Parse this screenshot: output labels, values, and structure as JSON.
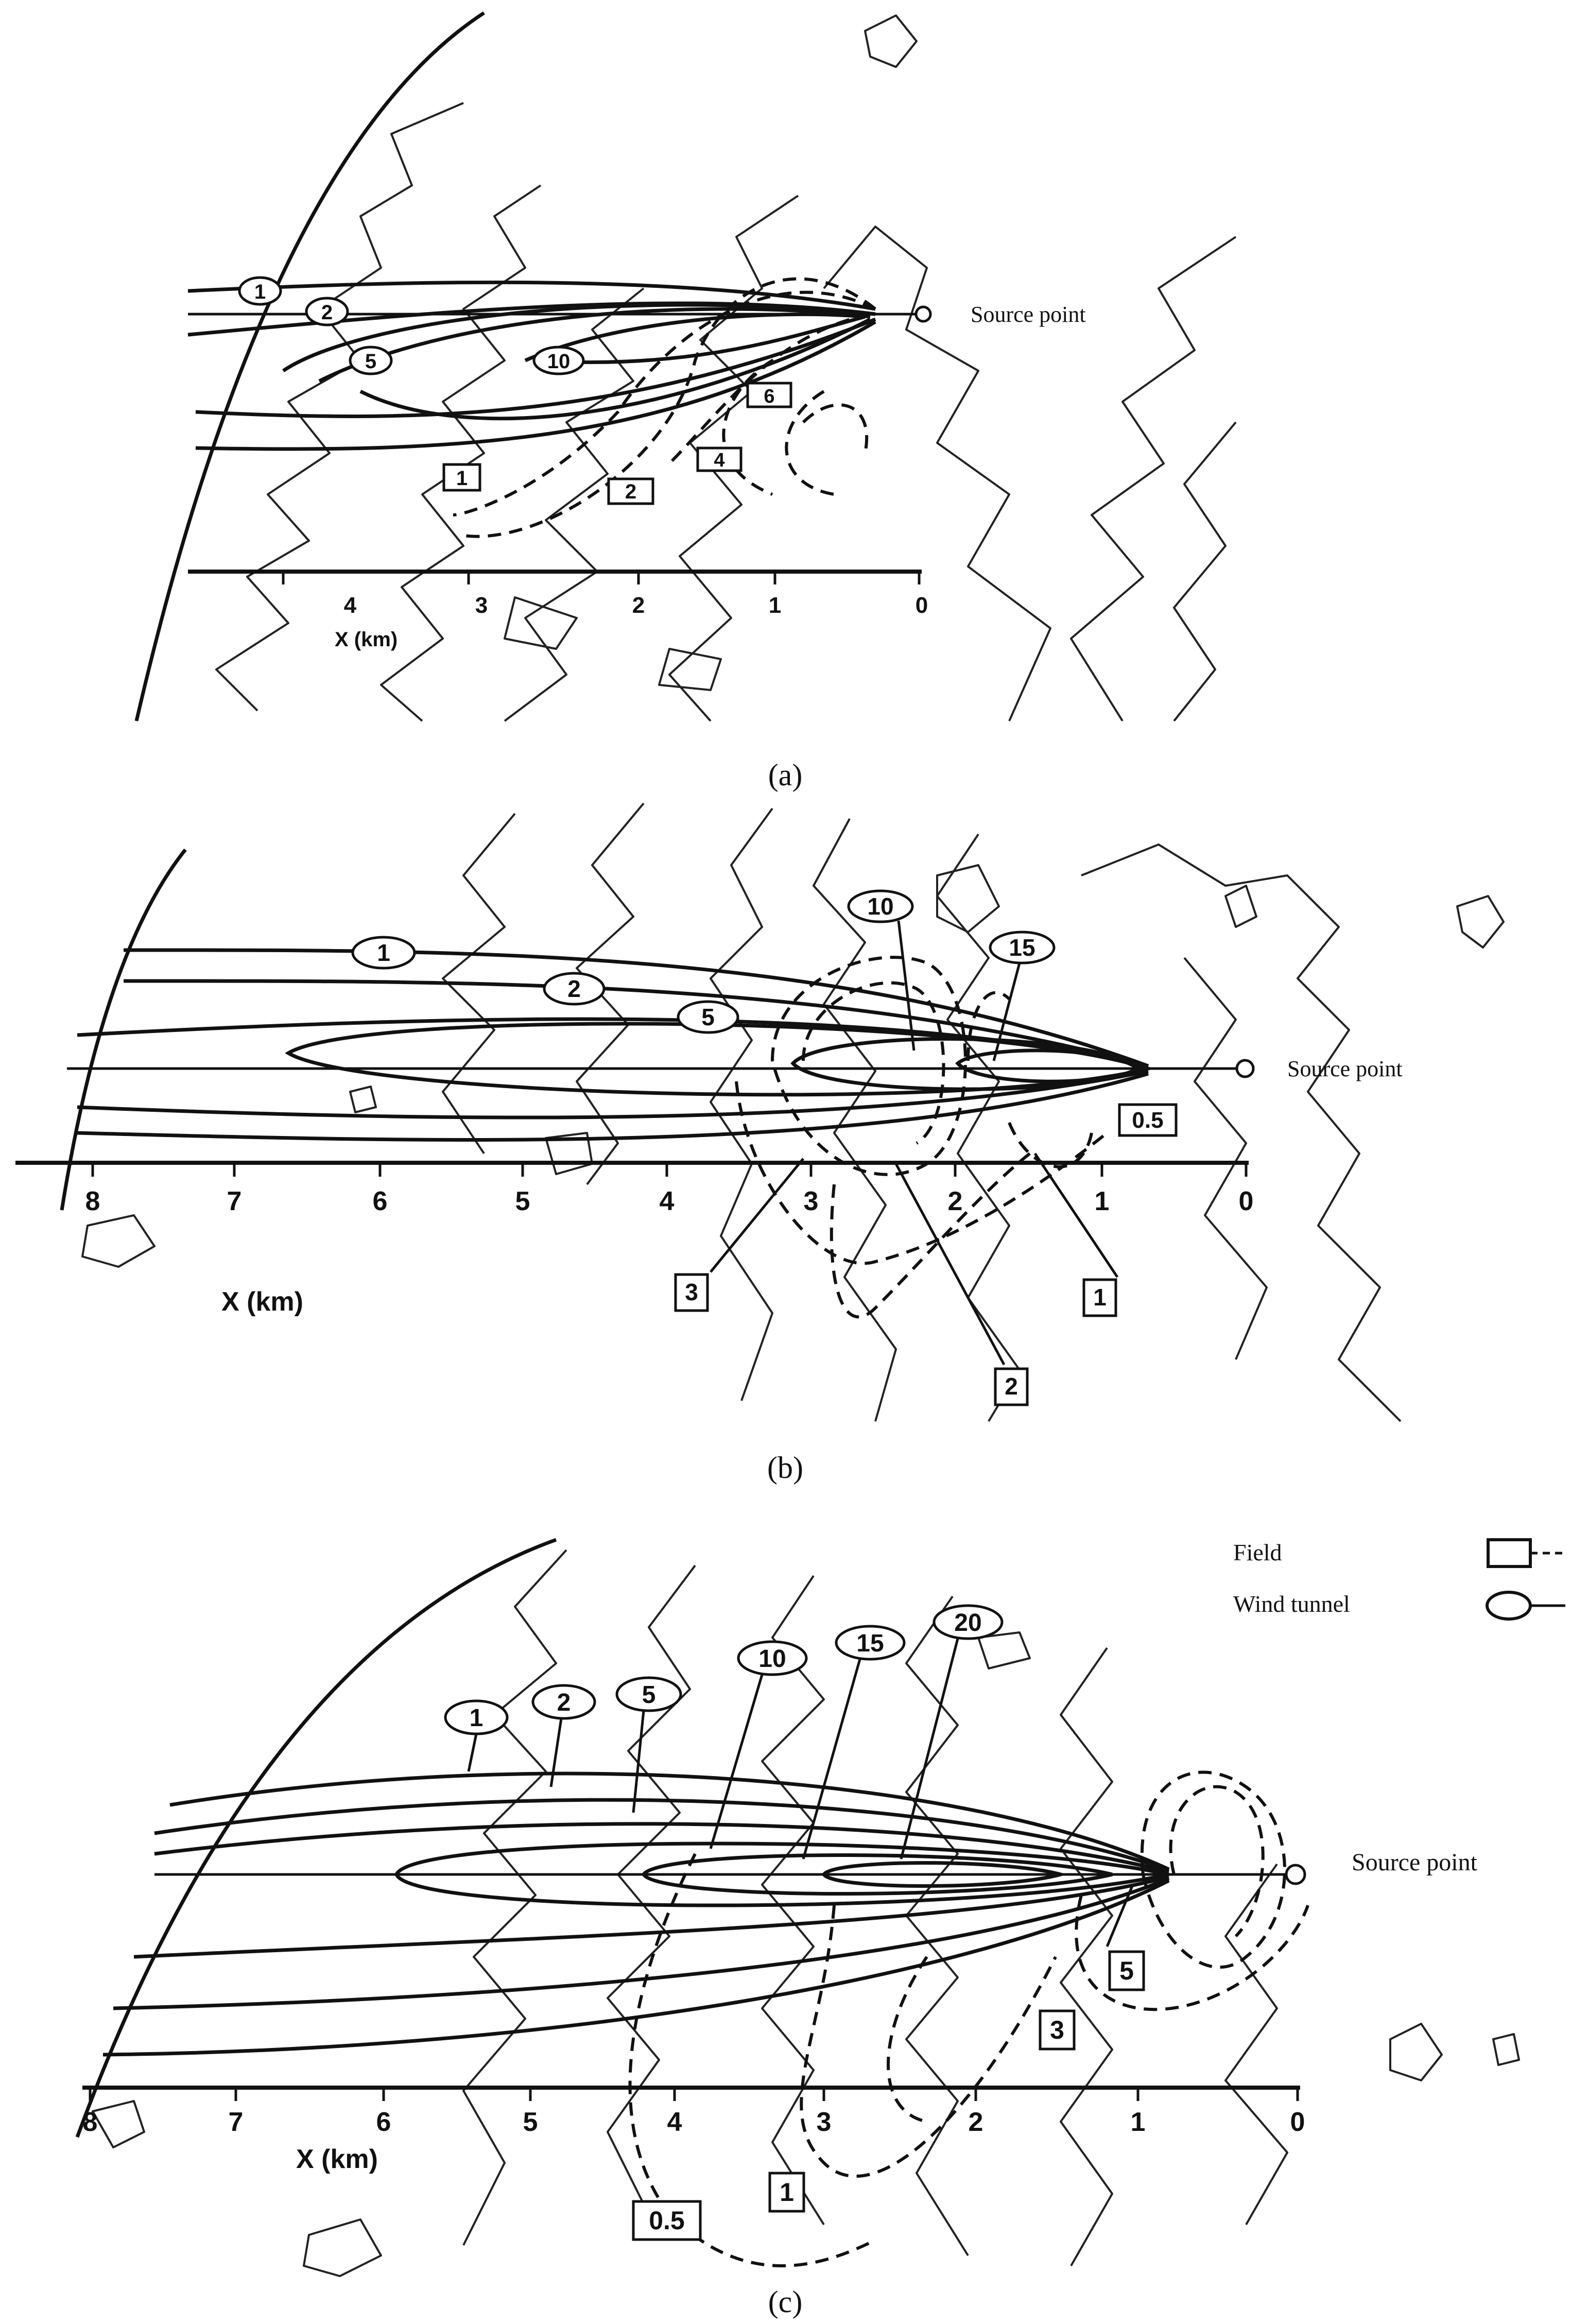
{
  "panels": [
    {
      "caption": "(a)",
      "axis_label": "X (km)",
      "source_label": "Source point",
      "ticks": [
        "4",
        "3",
        "2",
        "1",
        "0"
      ],
      "wind_tunnel_labels": [
        "1",
        "2",
        "5",
        "10"
      ],
      "field_labels": [
        "1",
        "2",
        "4",
        "6"
      ]
    },
    {
      "caption": "(b)",
      "axis_label": "X (km)",
      "source_label": "Source point",
      "ticks": [
        "8",
        "7",
        "6",
        "5",
        "4",
        "3",
        "2",
        "1",
        "0"
      ],
      "wind_tunnel_labels": [
        "1",
        "2",
        "5",
        "10",
        "15"
      ],
      "field_labels": [
        "0.5",
        "3",
        "2",
        "1"
      ]
    },
    {
      "caption": "(c)",
      "axis_label": "X (km)",
      "source_label": "Source point",
      "ticks": [
        "8",
        "7",
        "6",
        "5",
        "4",
        "3",
        "2",
        "1",
        "0"
      ],
      "wind_tunnel_labels": [
        "1",
        "2",
        "5",
        "10",
        "15",
        "20"
      ],
      "field_labels": [
        "5",
        "3",
        "1",
        "0.5"
      ]
    }
  ],
  "legend": {
    "field": "Field",
    "wind_tunnel": "Wind tunnel"
  }
}
